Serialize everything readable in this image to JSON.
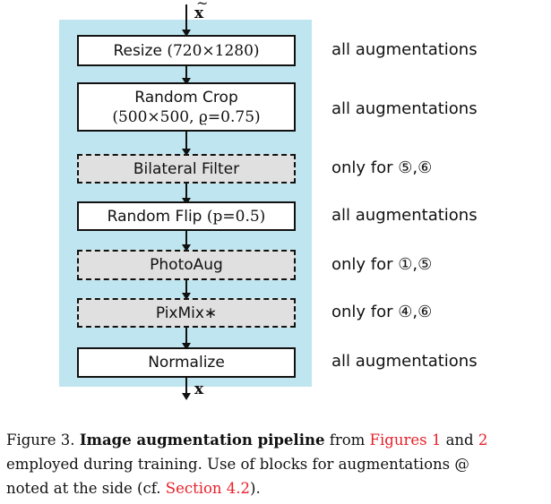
{
  "input_symbol": "x",
  "output_symbol": "x",
  "steps": [
    {
      "label": "Resize",
      "param": "(720×1280)",
      "note": "all augmentations"
    },
    {
      "label": "Random Crop",
      "param": "(500×500, ϱ=0.75)",
      "note": "all augmentations"
    },
    {
      "label": "Bilateral Filter",
      "note": "only for ⑤,⑥"
    },
    {
      "label": "Random Flip",
      "param": "(p=0.5)",
      "note": "all augmentations"
    },
    {
      "label": "PhotoAug",
      "note": "only for ①,⑤"
    },
    {
      "label": "PixMix∗",
      "note": "only for ④,⑥"
    },
    {
      "label": "Normalize",
      "note": "all augmentations"
    }
  ],
  "caption": {
    "prefix": "Figure 3.",
    "title": "Image augmentation pipeline",
    "from": "from",
    "ref1": "Figures 1",
    "and": "and",
    "ref2": "2",
    "line2": "employed during training. Use of blocks for augmentations @",
    "line3_pre": "noted at the side (cf.",
    "ref3": "Section 4.2",
    "line3_post": ")."
  }
}
